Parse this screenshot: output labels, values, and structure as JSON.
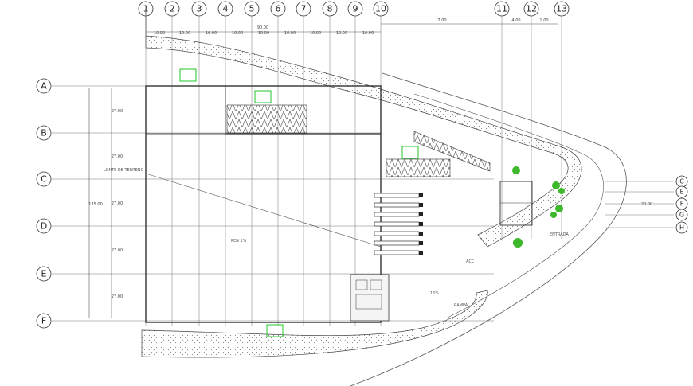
{
  "grid": {
    "columns": [
      "1",
      "2",
      "3",
      "4",
      "5",
      "6",
      "7",
      "8",
      "9",
      "10",
      "11",
      "12",
      "13"
    ],
    "rows": [
      "A",
      "B",
      "C",
      "D",
      "E",
      "F"
    ],
    "right_rows": [
      "C",
      "E",
      "F",
      "G",
      "H"
    ]
  },
  "dimensions": {
    "top_spans": [
      "10.00",
      "10.00",
      "10.00",
      "10.00",
      "10.00",
      "10.00",
      "10.00",
      "10.00",
      "10.00"
    ],
    "top_total": "90.00",
    "top_right": "7.00",
    "top_right2": "4.00",
    "top_right3": "1.00",
    "left_spans": [
      "27.00",
      "27.00",
      "27.00",
      "27.00",
      "27.00"
    ],
    "left_total": "135.00",
    "right_total": "20.00"
  },
  "notes": {
    "lot_line": "LIMITE DE TERRENO",
    "slope_1": "PEN 1%",
    "slope_2": "15%",
    "area_1": "ACC",
    "road": "ENTRADA",
    "ramp": "RAMPA"
  },
  "colors": {
    "line": "#333333",
    "hatch": "#9a9a9a",
    "accent": "#22c42a",
    "tree": "#3cb82a"
  }
}
